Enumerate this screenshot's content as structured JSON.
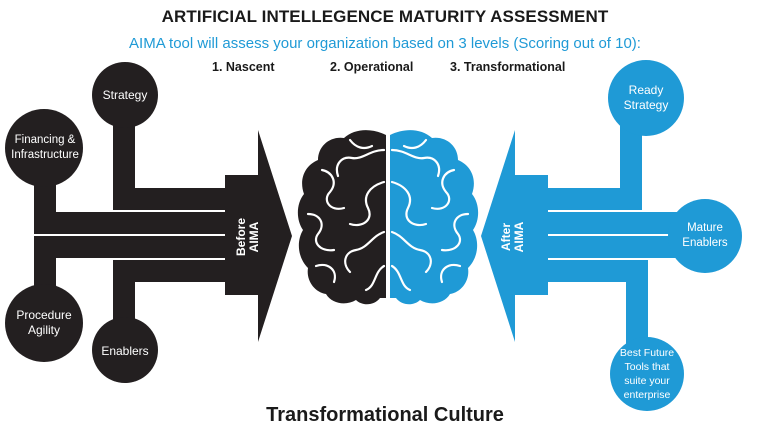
{
  "header": {
    "title": "ARTIFICIAL INTELLEGENCE MATURITY ASSESSMENT",
    "subtitle": "AIMA tool will assess your organization based on 3 levels  (Scoring out of 10):"
  },
  "levels": [
    "1. Nascent",
    "2. Operational",
    "3. Transformational"
  ],
  "before": {
    "arrow_line1": "Before",
    "arrow_line2": "AIMA",
    "nodes": [
      "Strategy",
      "Financing & Infrastructure",
      "Procedure Agility",
      "Enablers"
    ]
  },
  "after": {
    "arrow_line1": "After",
    "arrow_line2": "AIMA",
    "nodes": [
      "Ready Strategy",
      "Mature Enablers",
      "Best Future Tools that suite your enterprise"
    ]
  },
  "footer": "Transformational Culture",
  "colors": {
    "dark": "#231f20",
    "blue": "#1f9ad6"
  }
}
